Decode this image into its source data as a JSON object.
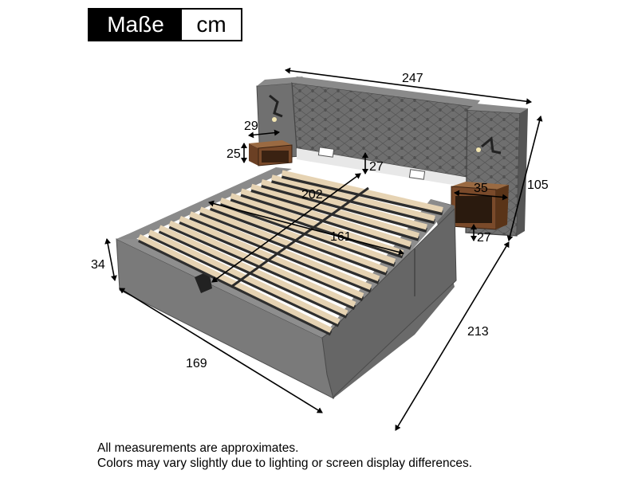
{
  "header": {
    "label": "Maße",
    "unit": "cm"
  },
  "dimensions": {
    "total_width": "247",
    "headboard_height": "105",
    "total_length": "213",
    "bed_width": "169",
    "frame_height": "34",
    "mattress_length": "202",
    "mattress_width": "161",
    "shelf_width": "29",
    "shelf_height": "25",
    "headboard_gap": "27",
    "nightstand_width": "35",
    "nightstand_height": "27"
  },
  "notes": {
    "line1": "All measurements are approximates.",
    "line2": "Colors may vary slightly due to lighting or screen display differences."
  },
  "colors": {
    "upholstery": "#7a7a7a",
    "upholstery_dark": "#555555",
    "slat": "#e6d3b3",
    "slat_shadow": "#2e2e2e",
    "wood": "#7a4a2a"
  }
}
